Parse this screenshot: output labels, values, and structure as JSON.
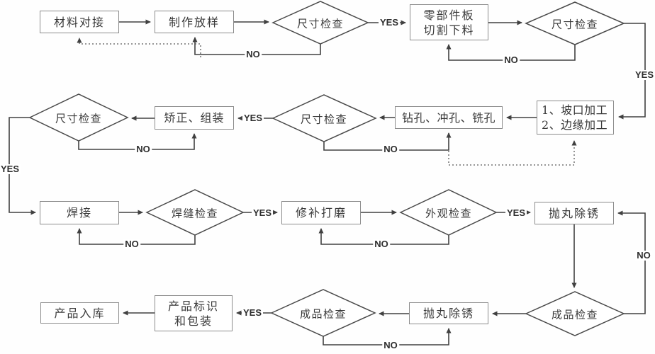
{
  "labels": {
    "yes": "YES",
    "no": "NO"
  },
  "nodes": {
    "material": {
      "label": "材料对接"
    },
    "lofting": {
      "label": "制作放样"
    },
    "size_check_1": {
      "label": "尺寸检查"
    },
    "cutting": {
      "line1": "零部件板",
      "line2": "切割下料"
    },
    "size_check_2": {
      "label": "尺寸检查"
    },
    "size_check_3": {
      "label": "尺寸检查"
    },
    "straightening": {
      "label": "矫正、组装"
    },
    "size_check_4": {
      "label": "尺寸检查"
    },
    "drilling": {
      "label": "钻孔、冲孔、铣孔"
    },
    "edge_processing": {
      "line1": "1、坡口加工",
      "line2": "2、边缘加工"
    },
    "welding": {
      "label": "焊接"
    },
    "weld_check": {
      "label": "焊缝检查"
    },
    "grinding": {
      "label": "修补打磨"
    },
    "appearance_check": {
      "label": "外观检查"
    },
    "shot_blasting_1": {
      "label": "抛丸除锈"
    },
    "storage": {
      "label": "产品入库"
    },
    "packaging": {
      "line1": "产品标识",
      "line2": "和包装"
    },
    "finished_check_1": {
      "label": "成品检查"
    },
    "shot_blasting_2": {
      "label": "抛丸除锈"
    },
    "finished_check_2": {
      "label": "成品检查"
    }
  },
  "colors": {
    "line": "#404040",
    "box_border": "#8c8c8c",
    "text": "#3a3a3a",
    "background": "#ffffff"
  }
}
